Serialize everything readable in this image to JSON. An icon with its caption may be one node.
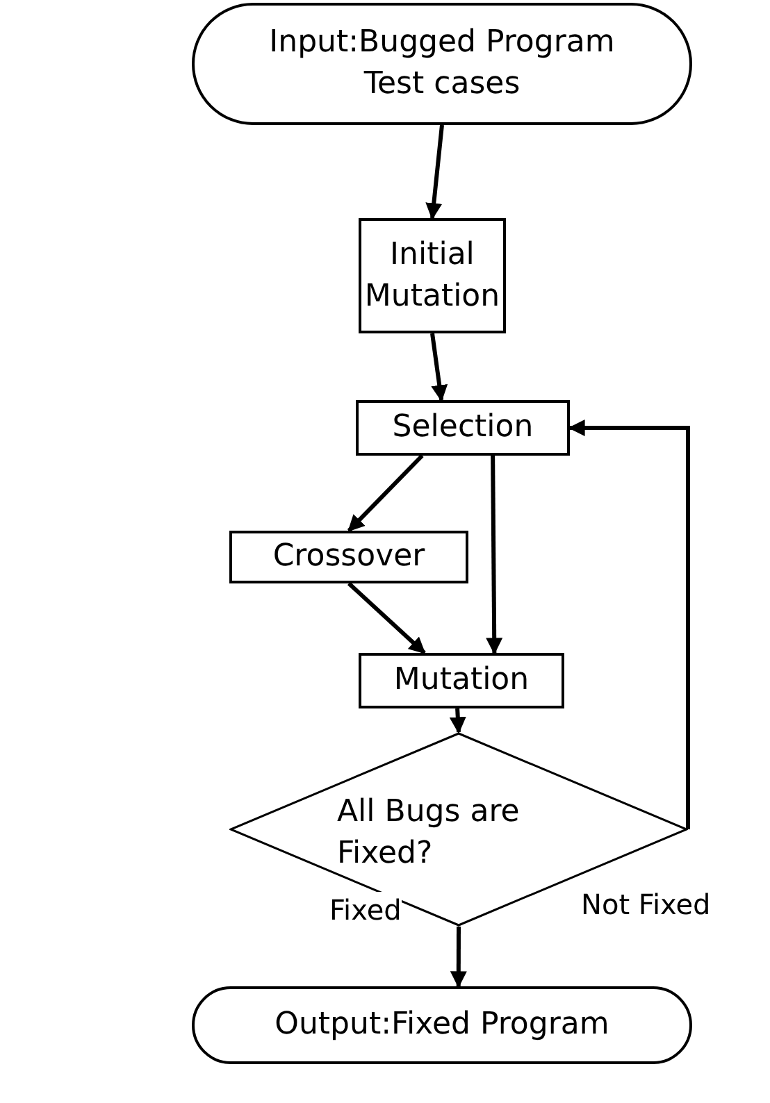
{
  "diagram": {
    "nodes": [
      {
        "text": [
          "Input:Bugged Program Test cases"
        ]
      },
      {
        "text": [
          "Initial Mutation"
        ]
      },
      {
        "text": [
          "Selection"
        ]
      },
      {
        "text": [
          "Crossover"
        ]
      },
      {
        "text": [
          "Mutation"
        ]
      },
      {
        "text": [
          "All Bugs are Fixed?"
        ]
      },
      {
        "text": [
          "Output:Fixed Program"
        ]
      }
    ],
    "edges": [
      {
        "from": 0,
        "to": 1,
        "arrow": "to"
      },
      {
        "from": 1,
        "to": 2,
        "arrow": "to"
      },
      {
        "from": 2,
        "to": 3,
        "arrow": "to"
      },
      {
        "from": 2,
        "to": 4,
        "arrow": "to"
      },
      {
        "from": 3,
        "to": 4,
        "arrow": "to"
      },
      {
        "from": 4,
        "to": 5,
        "arrow": "to"
      },
      {
        "from": 5,
        "to": 2,
        "arrow": "to",
        "label": "Not Fixed"
      },
      {
        "from": 5,
        "to": 6,
        "arrow": "to",
        "label": "Fixed"
      }
    ]
  }
}
